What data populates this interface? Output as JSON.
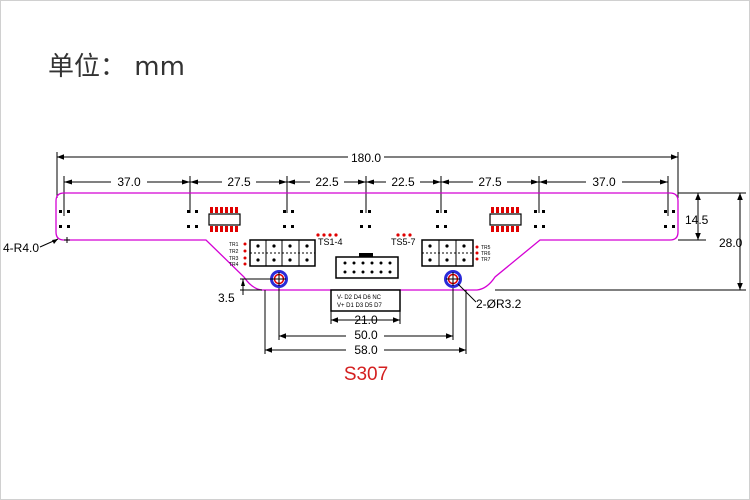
{
  "unit_label": "单位： mm",
  "model": "S307",
  "dimensions": {
    "total_length": "180.0",
    "segments": [
      "37.0",
      "27.5",
      "22.5",
      "22.5",
      "27.5",
      "37.0"
    ],
    "height_upper": "14.5",
    "height_total": "28.0",
    "corner_radius": "4-R4.0",
    "offset": "3.5",
    "hole_spec": "2-ØR3.2",
    "connector_width": "21.0",
    "hole_spacing": "50.0",
    "tab_width": "58.0"
  },
  "labels": {
    "ts_left": "TS1-4",
    "ts_right": "TS5-7",
    "tr_left": [
      "TR1",
      "TR2",
      "TR3",
      "TR4"
    ],
    "tr_right": [
      "TR5",
      "TR6",
      "TR7"
    ],
    "connector_row1": "V-  D2  D4  D6  NC",
    "connector_row2": "V+  D1  D3  D5  D7"
  },
  "colors": {
    "outline": "#d400d4",
    "hole_ring": "#2a2ad8",
    "model_text": "#d42020",
    "pad_red": "#e00000"
  }
}
